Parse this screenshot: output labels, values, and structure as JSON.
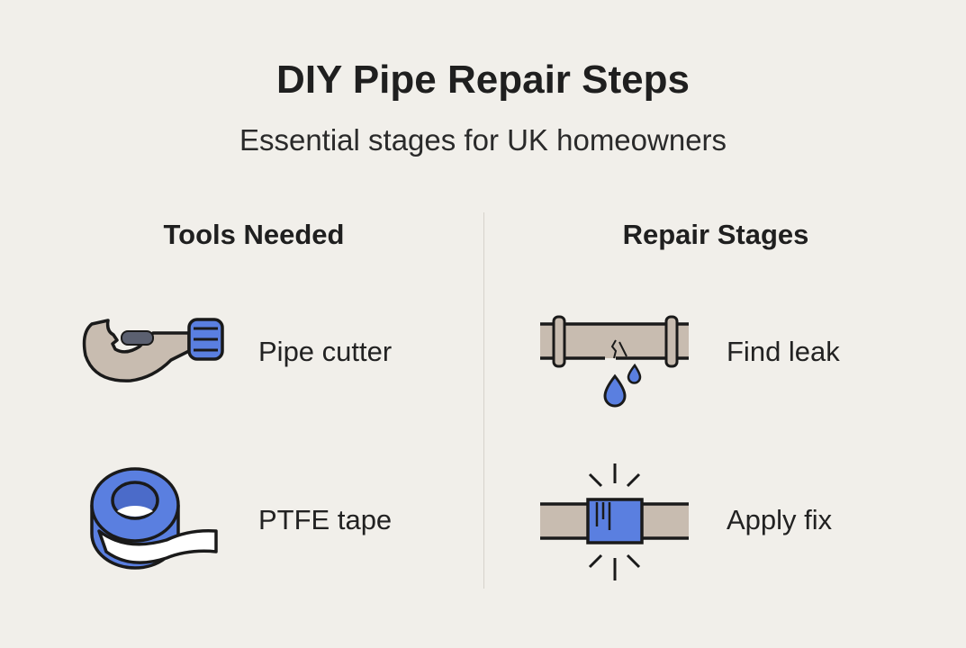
{
  "title": "DIY Pipe Repair Steps",
  "subtitle": "Essential stages for UK homeowners",
  "columns": [
    {
      "heading": "Tools Needed",
      "items": [
        {
          "label": "Pipe cutter",
          "icon": "pipe-cutter-icon"
        },
        {
          "label": "PTFE tape",
          "icon": "ptfe-tape-icon"
        }
      ]
    },
    {
      "heading": "Repair Stages",
      "items": [
        {
          "label": "Find leak",
          "icon": "leaking-pipe-icon"
        },
        {
          "label": "Apply fix",
          "icon": "pipe-repair-icon"
        }
      ]
    }
  ],
  "colors": {
    "background": "#f1efea",
    "accent": "#5a7fe0",
    "pipe": "#c8bcb0",
    "outline": "#1a1a1a"
  }
}
